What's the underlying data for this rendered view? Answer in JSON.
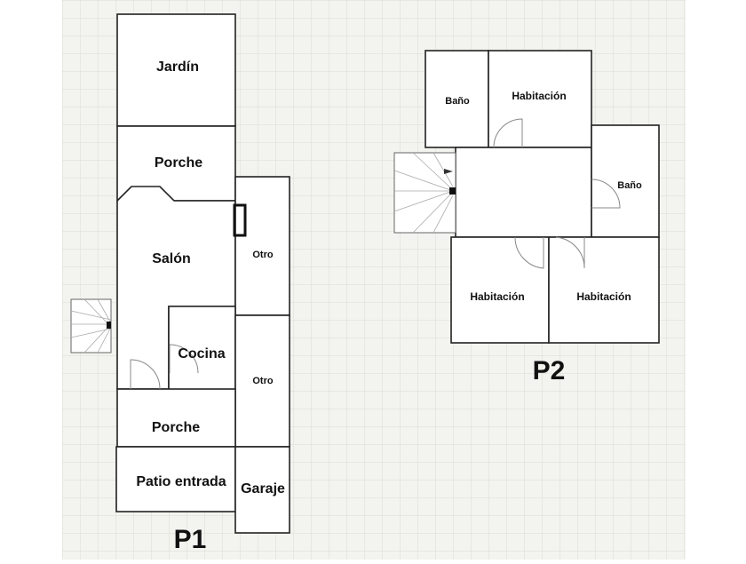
{
  "plan": {
    "floors": [
      {
        "label": "P1",
        "rooms": [
          {
            "id": "jardin",
            "name": "Jardín"
          },
          {
            "id": "porche-top",
            "name": "Porche"
          },
          {
            "id": "salon",
            "name": "Salón"
          },
          {
            "id": "otro-top",
            "name": "Otro"
          },
          {
            "id": "cocina",
            "name": "Cocina"
          },
          {
            "id": "otro-bottom",
            "name": "Otro"
          },
          {
            "id": "porche-bottom",
            "name": "Porche"
          },
          {
            "id": "patio",
            "name": "Patio entrada"
          },
          {
            "id": "garaje",
            "name": "Garaje"
          }
        ]
      },
      {
        "label": "P2",
        "rooms": [
          {
            "id": "bano-1",
            "name": "Baño"
          },
          {
            "id": "habitacion-1",
            "name": "Habitación"
          },
          {
            "id": "bano-2",
            "name": "Baño"
          },
          {
            "id": "habitacion-2",
            "name": "Habitación"
          },
          {
            "id": "habitacion-3",
            "name": "Habitación"
          }
        ]
      }
    ],
    "colors": {
      "grid_background": "#f3f3ef",
      "grid_line": "#dcdcd6",
      "wall": "#222222",
      "room_fill": "#ffffff"
    }
  }
}
